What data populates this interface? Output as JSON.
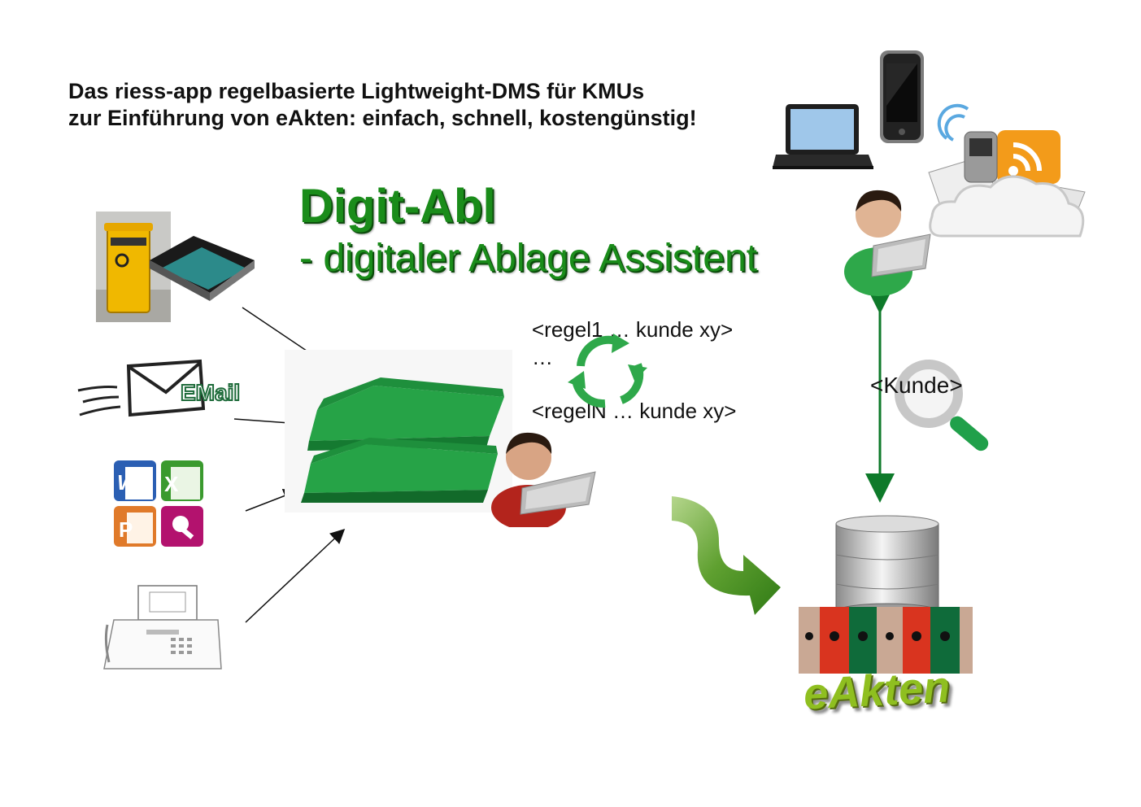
{
  "headline": {
    "line1": "Das riess-app regelbasierte Lightweight-DMS für KMUs",
    "line2": "zur Einführung von eAkten: einfach, schnell, kostengünstig!"
  },
  "title": "Digit-Abl",
  "subtitle": "- digitaler Ablage Assistent",
  "rules": {
    "first": "<regel1 … kunde xy>",
    "ellipsis": "…",
    "last": "<regelN … kunde xy>"
  },
  "search_label": "<Kunde>",
  "archive_label": "eAkten",
  "email_label": "EMail",
  "colors": {
    "green": "#1a8c1a",
    "tray": "#1f9a3c",
    "binder_red": "#d9341f",
    "binder_green": "#0f6b3a"
  },
  "icons": [
    "mailbox-scanner-icon",
    "email-icon",
    "office-icons",
    "fax-icon",
    "tray-icon",
    "user-icon",
    "refresh-icon",
    "laptop-icon",
    "smartphone-icon",
    "cloud-icon",
    "search-icon",
    "database-icon",
    "binders-icon",
    "flow-arrow-icon"
  ]
}
